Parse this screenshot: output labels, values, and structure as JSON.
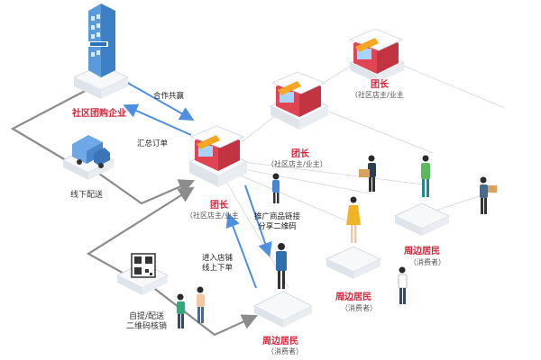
{
  "nodes": {
    "enterprise": {
      "title": "社区团购企业"
    },
    "leader_top": {
      "title": "团长",
      "subtitle": "（社区店主/业主"
    },
    "leader_mid": {
      "title": "团长",
      "subtitle": "（社区店主/业主）"
    },
    "leader_main": {
      "title": "团长",
      "subtitle": "（社区店主/业主"
    },
    "residents_right": {
      "title": "周边居民",
      "subtitle": "（消费者）"
    },
    "residents_center": {
      "title": "周边居民",
      "subtitle": "（消费者）"
    },
    "residents_bottom": {
      "title": "周边居民",
      "subtitle": "（消费者）"
    },
    "offline_delivery": {
      "label": "线下配送"
    },
    "qr_pickup": {
      "label_line1": "自提/配送",
      "label_line2": "二维码核销"
    }
  },
  "edges": {
    "cooperation": "合作共赢",
    "summary_orders": "汇总订单",
    "promote_line1": "推广商品链接",
    "promote_line2": "分享二维码",
    "enter_store_line1": "进入店铺",
    "enter_store_line2": "线上下单"
  },
  "colors": {
    "title_red": "#d4253a",
    "flow_blue": "#4f8fe0",
    "connector_gray": "#8c8c8c",
    "platform": "#f1f3f6",
    "shop_red": "#e14452"
  }
}
